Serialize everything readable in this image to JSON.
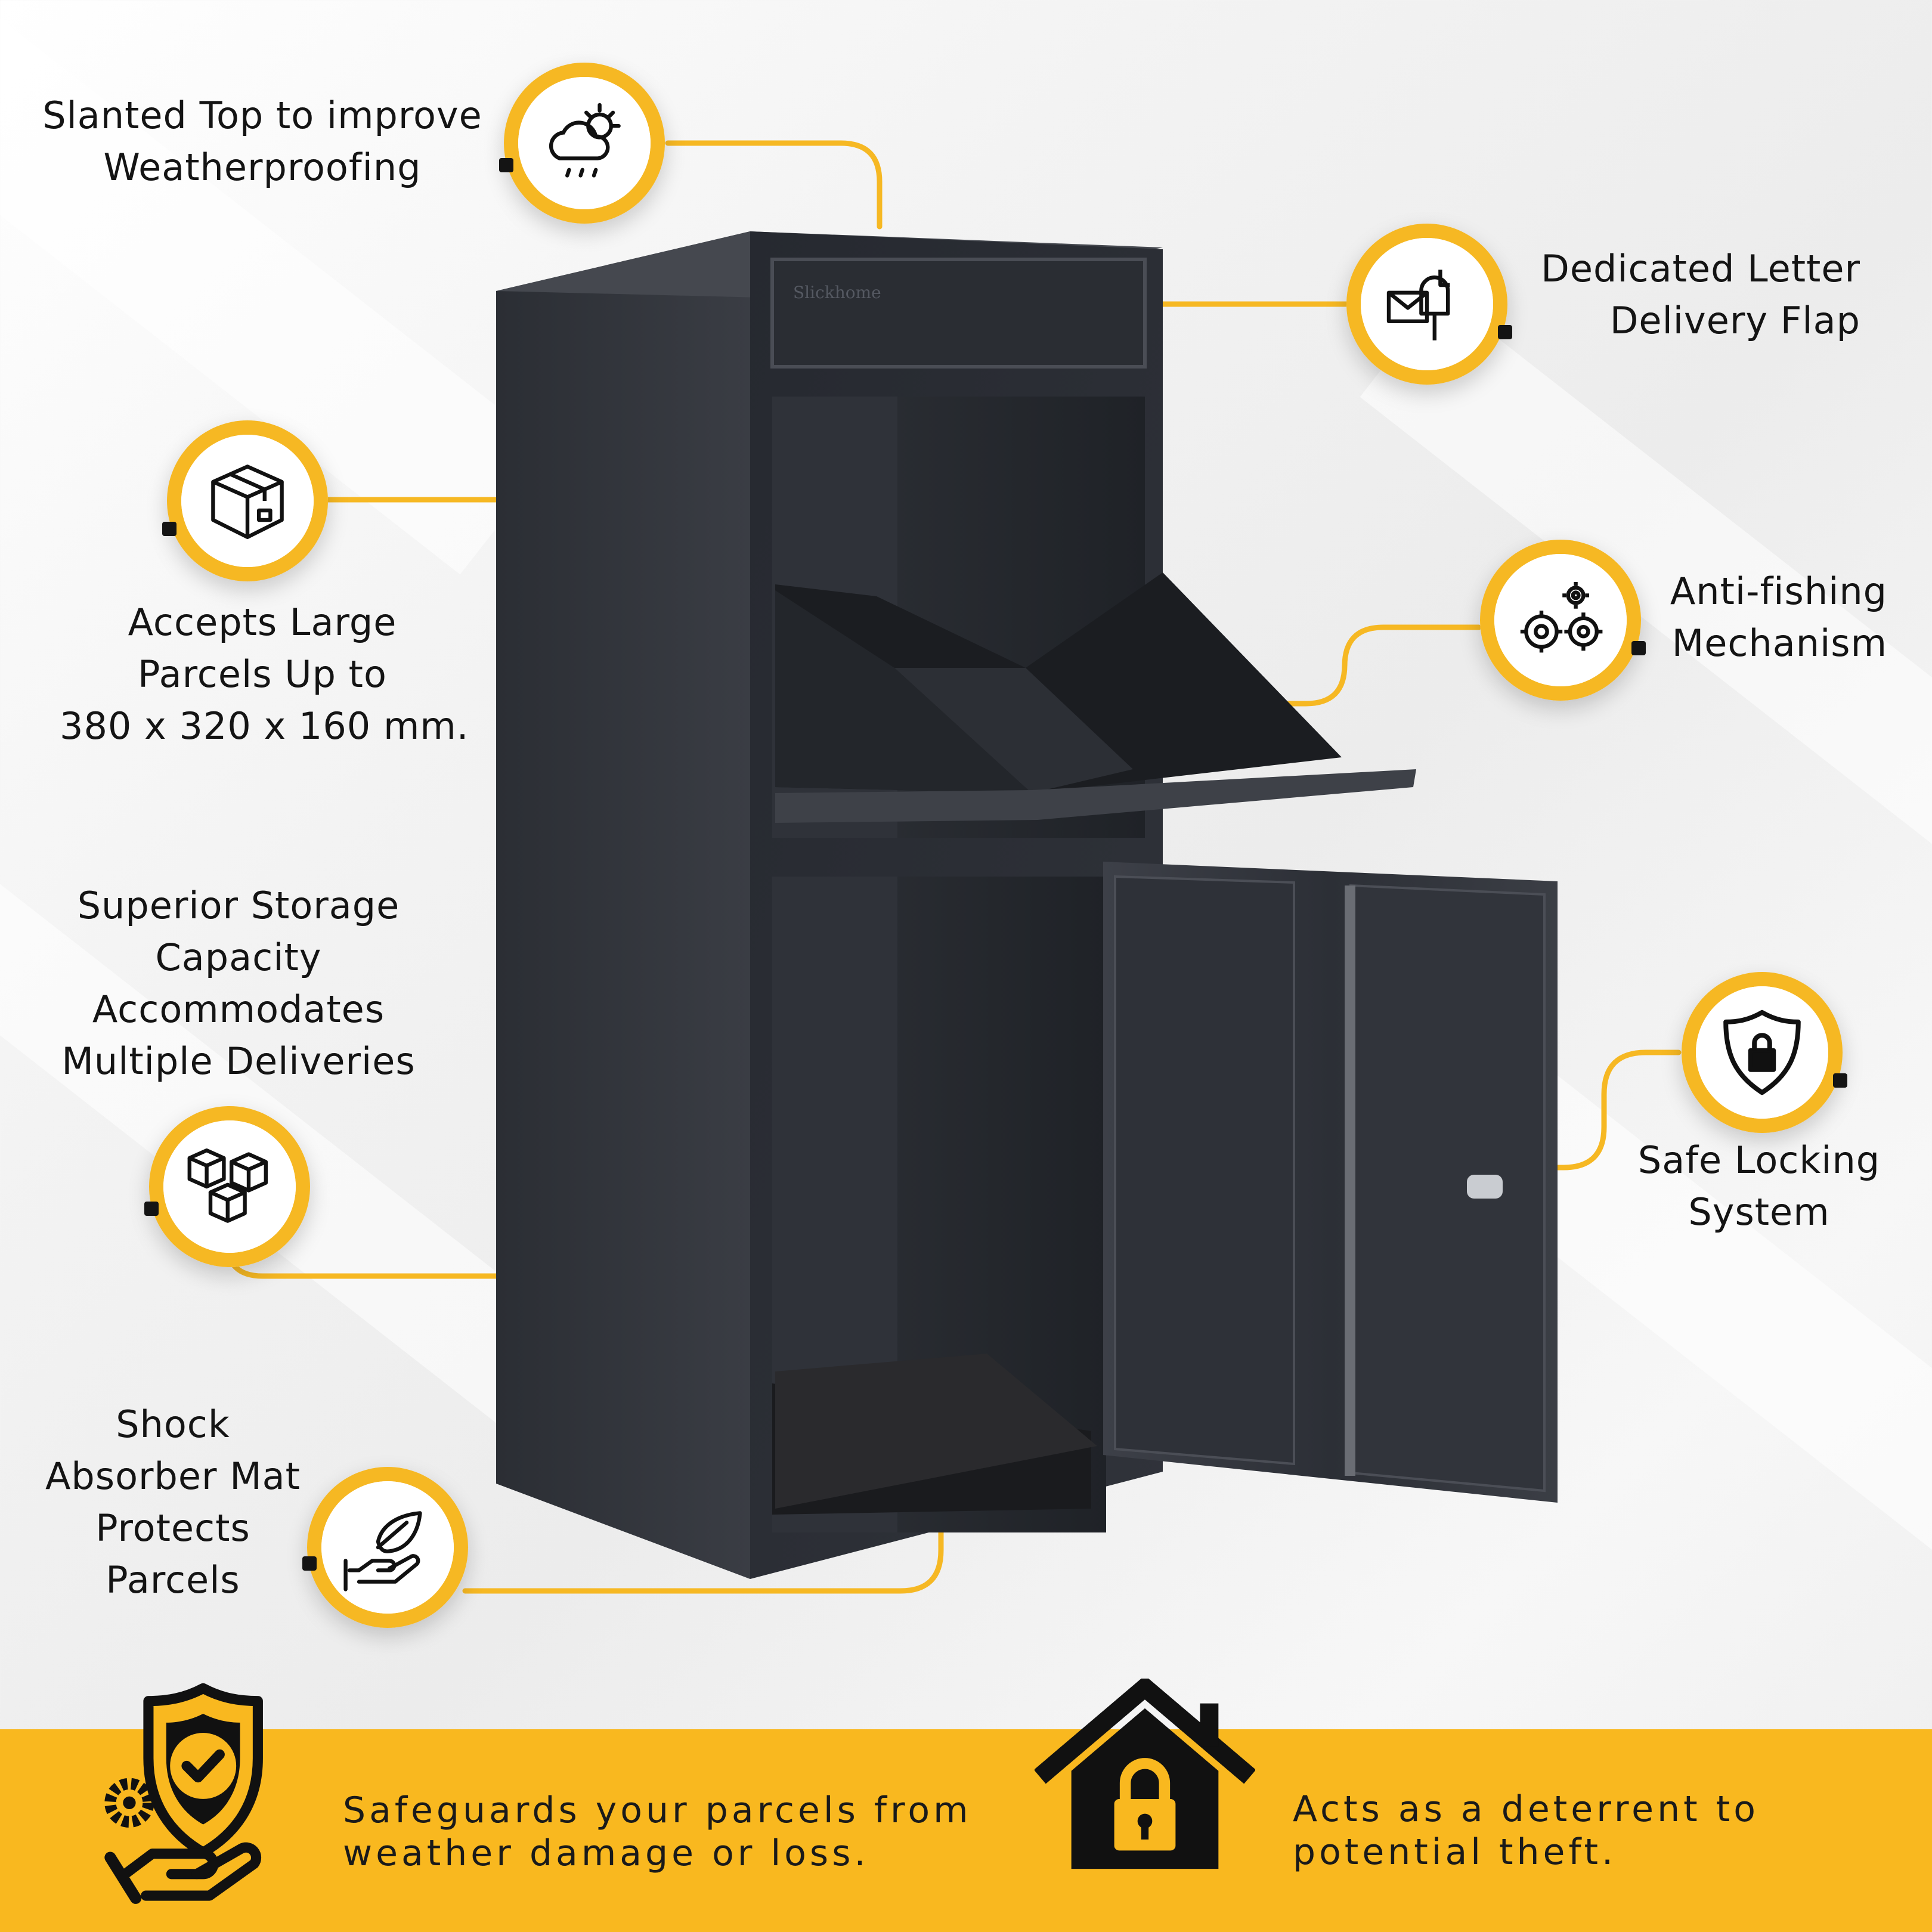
{
  "features": {
    "weatherproofing": {
      "lines": [
        "Slanted Top to improve",
        "Weatherproofing"
      ],
      "icon": "cloud-sun-rain-icon"
    },
    "letter_flap": {
      "lines": [
        "Dedicated Letter",
        "Delivery Flap"
      ],
      "icon": "mailbox-letter-icon"
    },
    "large_parcels": {
      "lines": [
        "Accepts Large",
        "Parcels Up to",
        "380 x 320 x 160 mm."
      ],
      "icon": "parcel-box-icon"
    },
    "anti_fishing": {
      "lines": [
        "Anti-fishing",
        "Mechanism"
      ],
      "icon": "gears-icon"
    },
    "storage": {
      "lines": [
        "Superior Storage",
        "Capacity",
        "Accommodates",
        "Multiple Deliveries"
      ],
      "icon": "stacked-boxes-icon"
    },
    "locking": {
      "lines": [
        "Safe Locking",
        "System"
      ],
      "icon": "shield-lock-icon"
    },
    "shock_mat": {
      "lines": [
        "Shock",
        "Absorber Mat",
        "Protects",
        "Parcels"
      ],
      "icon": "hand-feather-icon"
    }
  },
  "product": {
    "brand": "Slickhome"
  },
  "banner": {
    "left_lines": [
      "Safeguards your parcels from",
      "weather damage or loss."
    ],
    "right_lines": [
      "Acts as a deterrent to",
      "potential theft."
    ],
    "left_icon": "shield-check-hand-icon",
    "right_icon": "house-lock-icon"
  },
  "colors": {
    "accent": "#F6B823",
    "cabinet": "#2A2D33",
    "text": "#141414"
  }
}
